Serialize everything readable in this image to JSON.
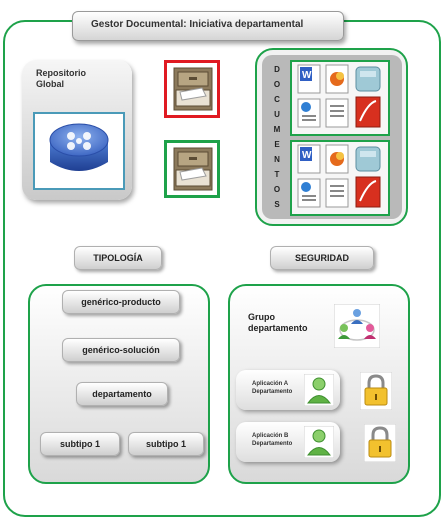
{
  "title": "Gestor Documental: Iniciativa departamental",
  "repository": {
    "label_line1": "Repositorio",
    "label_line2": "Global"
  },
  "documents": {
    "letters": [
      "D",
      "O",
      "C",
      "U",
      "M",
      "E",
      "N",
      "T",
      "O",
      "S"
    ]
  },
  "tipologia": {
    "header": "TIPOLOGÍA",
    "nodes": [
      "genérico-producto",
      "genérico-solución",
      "departamento",
      "subtipo 1",
      "subtipo 1"
    ]
  },
  "seguridad": {
    "header": "SEGURIDAD",
    "group_line1": "Grupo",
    "group_line2": "departamento",
    "users": [
      {
        "line1": "Aplicación A",
        "line2": "Departamento"
      },
      {
        "line1": "Aplicación B",
        "line2": "Departamento"
      }
    ]
  },
  "colors": {
    "green": "#1ea24a",
    "red": "#e01a22",
    "blue": "#4a9ab8",
    "gold": "#f2c12e"
  }
}
